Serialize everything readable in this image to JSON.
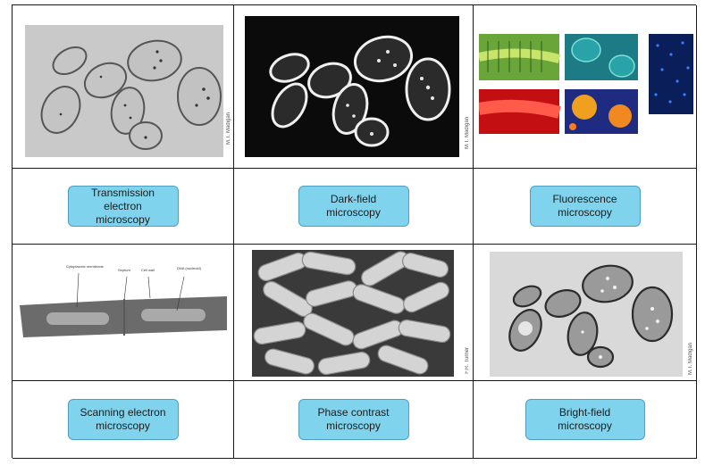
{
  "row1": {
    "img1_credit": "M.T. Madigan",
    "img2_credit": "M.T. Madigan"
  },
  "row2": {
    "label1": "Transmission electron microscopy",
    "label2": "Dark-field microscopy",
    "label3": "Fluorescence microscopy"
  },
  "row3": {
    "sem_labels": [
      "Cytoplasmic membrane",
      "Septum",
      "Cell wall",
      "DNA (nucleoid)"
    ],
    "img2_credit": "F.R. Turner",
    "img3_credit": "M.T. Madigan"
  },
  "row4": {
    "label1": "Scanning electron microscopy",
    "label2": "Phase contrast microscopy",
    "label3": "Bright-field microscopy"
  },
  "colors": {
    "label_fill": "#7fd3ec",
    "label_border": "#4c9fc0",
    "grid_line": "#1a1a1a"
  }
}
